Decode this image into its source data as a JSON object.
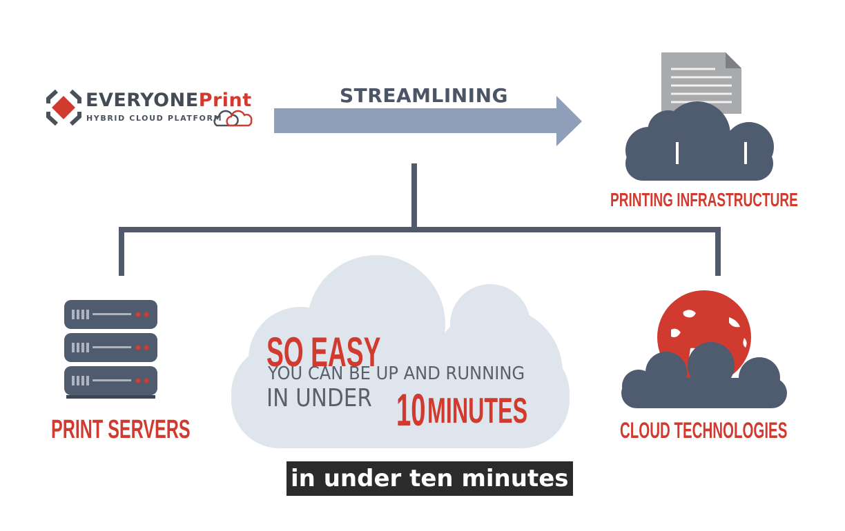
{
  "logo": {
    "brand_main": "EVERYONE",
    "brand_accent": "Print",
    "tagline": "HYBRID CLOUD PLATFORM"
  },
  "arrow_label": "STREAMLINING",
  "nodes": {
    "infrastructure": "PRINTING INFRASTRUCTURE",
    "servers": "PRINT SERVERS",
    "cloud": "CLOUD TECHNOLOGIES"
  },
  "center": {
    "headline": "SO EASY",
    "line2": "YOU CAN BE UP AND RUNNING",
    "line3": "IN UNDER",
    "number": "10",
    "unit": "MINUTES"
  },
  "caption": "in under ten minutes",
  "colors": {
    "accent_red": "#d13b2f",
    "dark_slate": "#4f5b6e",
    "arrow_blue": "#8f9fba",
    "light_cloud": "#dfe5ec",
    "connector": "#505a6b"
  }
}
